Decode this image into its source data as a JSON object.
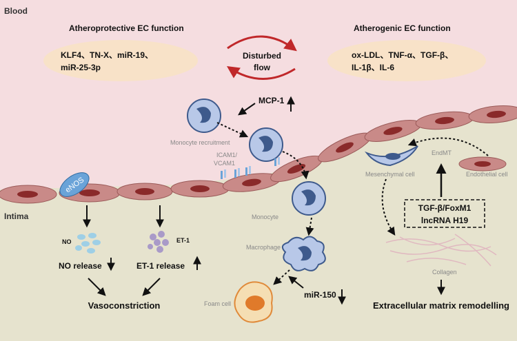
{
  "regions": {
    "blood": "Blood",
    "intima": "Intima"
  },
  "headings": {
    "atheroprotective": "Atheroprotective EC function",
    "atherogenic": "Atherogenic EC function"
  },
  "factors": {
    "protective_line1": "KLF4、TN-X、miR-19、",
    "protective_line2": "miR-25-3p",
    "atherogenic_line1": "ox-LDL、TNF-α、TGF-β、",
    "atherogenic_line2": "IL-1β、IL-6"
  },
  "flow": {
    "line1": "Disturbed",
    "line2": "flow"
  },
  "labels": {
    "mcp1": "MCP-1",
    "monocyte_recruitment": "Monocyte recruitment",
    "icam1": "ICAM1/",
    "vcam1": "VCAM1",
    "enos": "eNOS",
    "no": "NO",
    "et1": "ET-1",
    "no_release": "NO release",
    "et1_release": "ET-1 release",
    "vasoconstriction": "Vasoconstriction",
    "monocyte": "Monocyte",
    "macrophage": "Macrophage",
    "foam_cell": "Foam cell",
    "mir150": "miR-150",
    "endmt": "EndMT",
    "mesenchymal_cell": "Mesenchymal cell",
    "endothelial_cell": "Endothelial cell",
    "tgf_foxm1": "TGF-β/FoxM1",
    "lncrna_h19": "lncRNA H19",
    "collagen": "Collagen",
    "ecm_remodelling": "Extracellular matrix remodelling"
  },
  "colors": {
    "blood_bg": "#f5dde0",
    "intima_bg": "#e6e3ce",
    "endothelial_cell": "#c98a88",
    "nucleus": "#8a2a2a",
    "monocyte": "#b8c8e8",
    "monocyte_nucleus": "#3e5a8c",
    "foam_cell": "#f0b070",
    "red_arrow": "#c0282a"
  }
}
